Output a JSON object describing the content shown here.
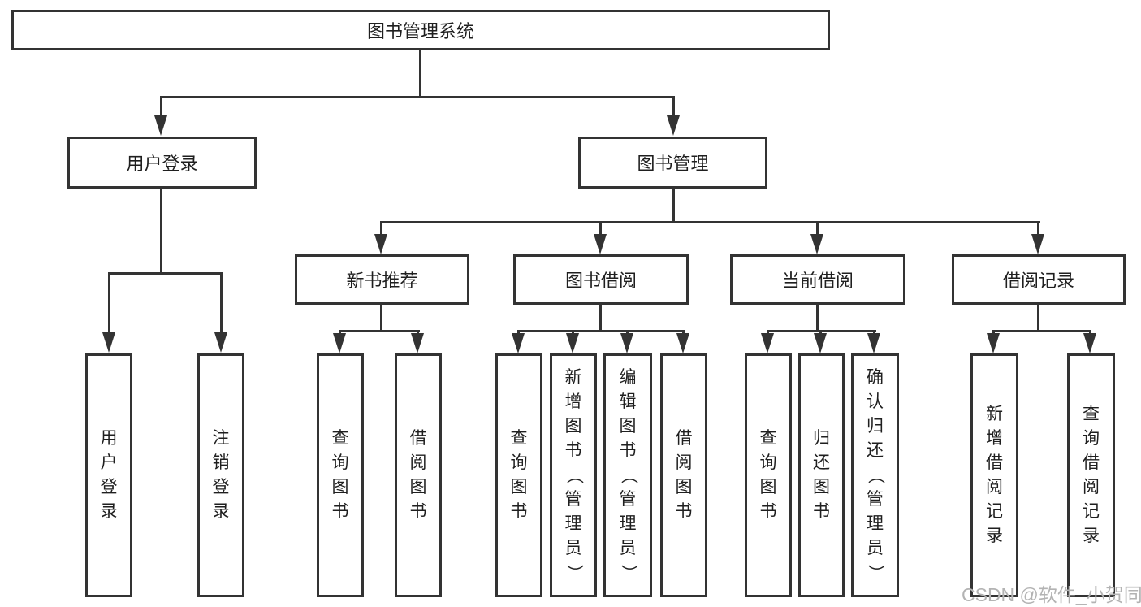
{
  "nodes": {
    "root": "图书管理系统",
    "user_login": "用户登录",
    "book_mgmt": "图书管理",
    "new_book_rec": "新书推荐",
    "book_borrow": "图书借阅",
    "current_borrow": "当前借阅",
    "borrow_record": "借阅记录",
    "leaf_user_login": "用户登录",
    "leaf_logout": "注销登录",
    "leaf_rec_query": "查询图书",
    "leaf_rec_borrow": "借阅图书",
    "leaf_bb_query": "查询图书",
    "leaf_bb_add": "新增图书（管理员）",
    "leaf_bb_edit": "编辑图书（管理员）",
    "leaf_bb_borrow": "借阅图书",
    "leaf_cb_query": "查询图书",
    "leaf_cb_return": "归还图书",
    "leaf_cb_confirm": "确认归还（管理员）",
    "leaf_br_add": "新增借阅记录",
    "leaf_br_query": "查询借阅记录"
  },
  "watermark": "CSDN @软件_小贺同学",
  "colors": {
    "line": "#333333",
    "text": "#1f1f1f",
    "background": "#ffffff",
    "watermark": "#b3b3b3"
  }
}
